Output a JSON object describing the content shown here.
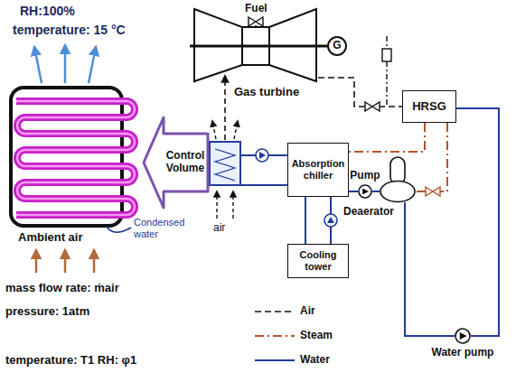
{
  "diagram": {
    "nodes": [
      {
        "text": [
          "Gas turbine"
        ]
      },
      {
        "text": [
          "G"
        ]
      },
      {
        "text": [
          "HRSG"
        ]
      },
      {
        "text": [
          "Control Volume"
        ]
      },
      {
        "text": [
          "Absorption chiller"
        ]
      },
      {
        "text": [
          "Pump"
        ]
      },
      {
        "text": [
          "Deaerator"
        ]
      },
      {
        "text": [
          "Cooling tower"
        ]
      },
      {
        "text": [
          "Water pump"
        ]
      }
    ],
    "edges": [
      {
        "from": 0,
        "to": 1,
        "arrow": "none"
      },
      {
        "from": 0,
        "to": 2,
        "arrow": "none"
      },
      {
        "from": 2,
        "to": 4,
        "arrow": "none"
      },
      {
        "from": 2,
        "to": 6,
        "arrow": "none"
      },
      {
        "from": 4,
        "to": 5,
        "arrow": "none"
      },
      {
        "from": 5,
        "to": 6,
        "arrow": "none"
      },
      {
        "from": 6,
        "to": 8,
        "arrow": "none"
      },
      {
        "from": 8,
        "to": 2,
        "arrow": "none"
      },
      {
        "from": 4,
        "to": 7,
        "arrow": "none"
      },
      {
        "from": 7,
        "to": 4,
        "arrow": "none"
      }
    ],
    "labels": [
      "RH:100%",
      "temperature: 15 °C",
      "Ambient air",
      "mass flow rate: ṁair",
      "pressure: 1atm",
      "temperature: T1 RH: φ1",
      "Condensed water",
      "Fuel",
      "air"
    ],
    "legend": [
      {
        "text": "Air"
      },
      {
        "text": "Steam"
      },
      {
        "text": "Water"
      }
    ]
  }
}
